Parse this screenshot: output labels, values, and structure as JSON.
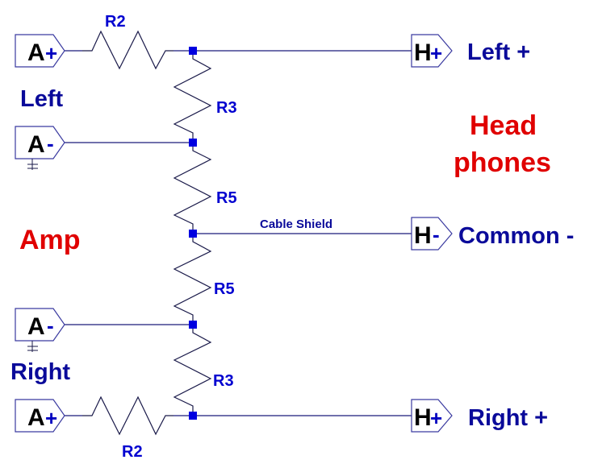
{
  "title": "Headphone amplifier crossfeed/common ground resistor network",
  "colors": {
    "wire": "#1a1a7a",
    "node": "#0000e0",
    "label_blue": "#0a0a9a",
    "label_red": "#e00000"
  },
  "ports": {
    "amp_left_plus": {
      "letter": "A",
      "sign": "+"
    },
    "amp_left_minus": {
      "letter": "A",
      "sign": "-"
    },
    "amp_right_minus": {
      "letter": "A",
      "sign": "-"
    },
    "amp_right_plus": {
      "letter": "A",
      "sign": "+"
    },
    "hp_left_plus": {
      "letter": "H",
      "sign": "+"
    },
    "hp_common": {
      "letter": "H",
      "sign": "-"
    },
    "hp_right_plus": {
      "letter": "H",
      "sign": "+"
    }
  },
  "resistors": {
    "r2_top": "R2",
    "r3_top": "R3",
    "r5_top": "R5",
    "r5_bottom": "R5",
    "r3_bottom": "R3",
    "r2_bottom": "R2"
  },
  "labels": {
    "left": "Left",
    "right": "Right",
    "amp": "Amp",
    "head": "Head",
    "phones": "phones",
    "left_plus": "Left +",
    "common_minus": "Common -",
    "right_plus": "Right +",
    "cable_shield": "Cable Shield"
  }
}
